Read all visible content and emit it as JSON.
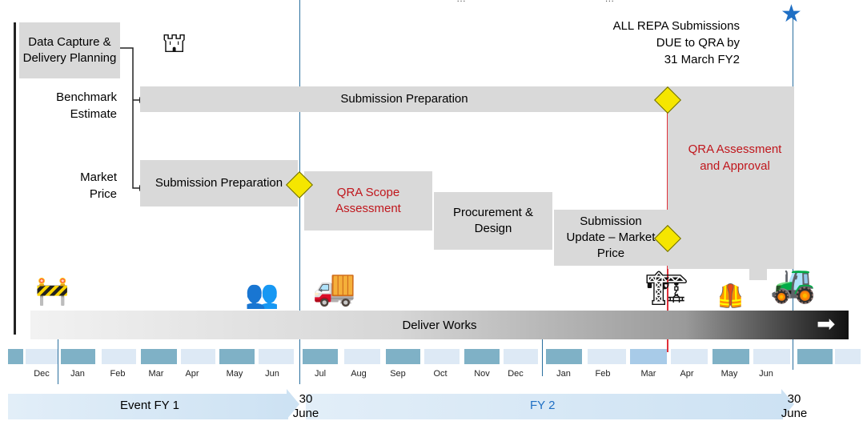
{
  "top_note": "ALL REPA Submissions DUE to QRA by 31 March FY2",
  "top_note_lines": [
    "ALL REPA Submissions",
    "DUE to QRA by",
    "31 March FY2"
  ],
  "top_partial_text": "…                                                    …",
  "left_labels": {
    "data_capture": "Data Capture & Delivery Planning",
    "benchmark": "Benchmark Estimate",
    "market": "Market Price"
  },
  "bars": {
    "submission_prep_long": "Submission Preparation",
    "submission_prep_short": "Submission Preparation",
    "qra_scope": "QRA Scope Assessment",
    "procurement": "Procurement & Design",
    "submission_update": "Submission Update – Market Price",
    "qra_approval": "QRA Assessment and Approval",
    "deliver_works": "Deliver Works"
  },
  "months": [
    "Dec",
    "Jan",
    "Feb",
    "Mar",
    "Apr",
    "May",
    "Jun",
    "Jul",
    "Aug",
    "Sep",
    "Oct",
    "Nov",
    "Dec",
    "Jan",
    "Feb",
    "Mar",
    "Apr",
    "May",
    "Jun"
  ],
  "fy": {
    "event_fy1": "Event FY 1",
    "fy2": "FY 2",
    "thirty_a": "30",
    "june_a": "June",
    "thirty_b": "30",
    "june_b": "June"
  },
  "icons": [
    "surveyor-icon",
    "roadwork-icon",
    "crowd-icon",
    "dump-truck-icon",
    "excavator-icon",
    "worker-cone-icon",
    "roller-icon",
    "star-icon",
    "arrow-right-icon"
  ],
  "colors": {
    "bar_grey": "#d9d9d9",
    "red_text": "#c0161c",
    "diamond": "#f5e600",
    "timeline_blue": "#2a6f9e",
    "star_blue": "#1f6fc4"
  }
}
